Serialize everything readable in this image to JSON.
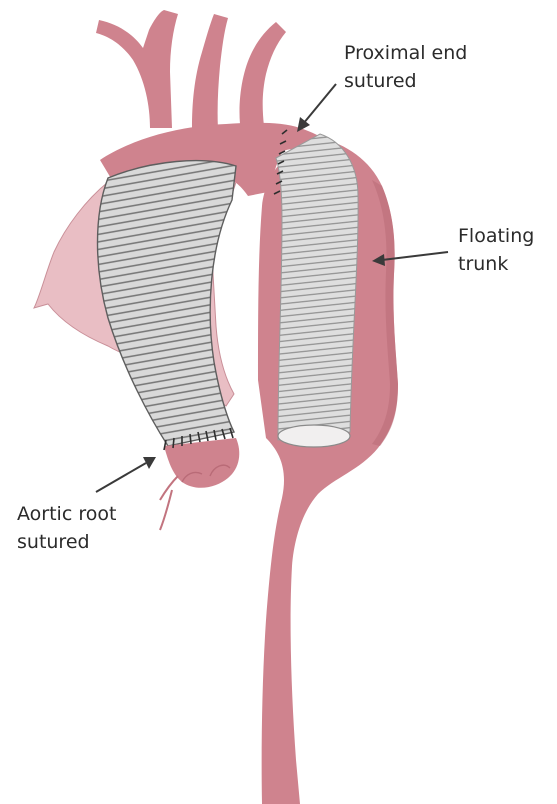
{
  "labels": {
    "proximal_end": {
      "line1": "Proximal end",
      "line2": "sutured"
    },
    "floating_trunk": {
      "line1": "Floating",
      "line2": "trunk"
    },
    "aortic_root": {
      "line1": "Aortic root",
      "line2": "sutured"
    }
  },
  "colors": {
    "aorta": "#cf838e",
    "aorta_dark": "#b96b77",
    "aorta_light": "#e9bec4",
    "graft": "#d9d9d9",
    "graft_rings": "#6e6e6e",
    "text": "#2b2b2b"
  }
}
